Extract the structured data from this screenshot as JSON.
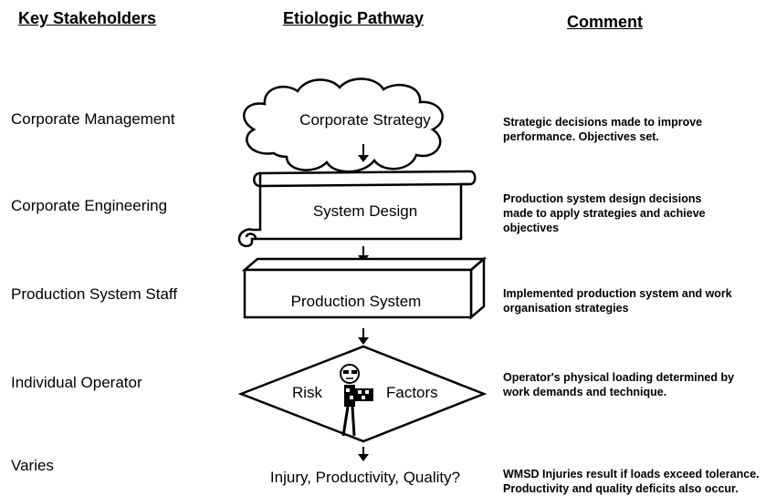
{
  "headers": {
    "stakeholders": "Key Stakeholders",
    "pathway": "Etiologic Pathway",
    "comment": "Comment"
  },
  "rows": [
    {
      "stakeholder": "Corporate Management",
      "pathway": "Corporate Strategy",
      "comment": "Strategic decisions made to improve performance. Objectives set."
    },
    {
      "stakeholder": "Corporate Engineering",
      "pathway": "System Design",
      "comment": "Production system design decisions made to apply strategies and achieve objectives"
    },
    {
      "stakeholder": "Production System Staff",
      "pathway": "Production System",
      "comment": "Implemented production system and work organisation strategies"
    },
    {
      "stakeholder": "Individual Operator",
      "pathway_left": "Risk",
      "pathway_right": "Factors",
      "comment": "Operator's physical loading determined by work demands and technique."
    },
    {
      "stakeholder": "Varies",
      "pathway": "Injury, Productivity, Quality?",
      "comment": "WMSD Injuries result if loads exceed tolerance. Productivity and quality deficits also occur."
    }
  ]
}
